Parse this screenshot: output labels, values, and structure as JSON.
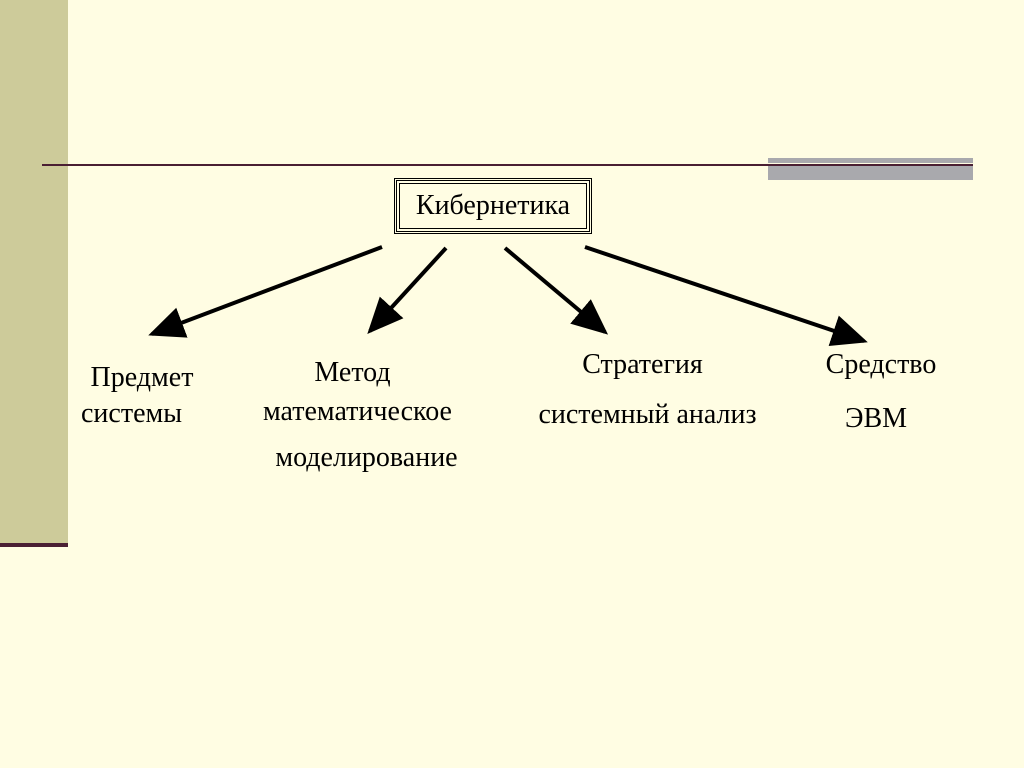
{
  "diagram": {
    "root": {
      "label": "Кибернетика"
    },
    "children": [
      {
        "id": "subject",
        "lines": [
          "Предмет",
          "системы"
        ]
      },
      {
        "id": "method",
        "lines": [
          "Метод",
          "математическое",
          "моделирование"
        ]
      },
      {
        "id": "strategy",
        "lines": [
          "Стратегия",
          "системный анализ"
        ]
      },
      {
        "id": "means",
        "lines": [
          "Средство",
          "ЭВМ"
        ]
      }
    ]
  },
  "colors": {
    "background": "#fffde3",
    "sidebar": "#cdcb9a",
    "rule": "#4a1f33",
    "accent_gray": "#a9a9ad"
  }
}
